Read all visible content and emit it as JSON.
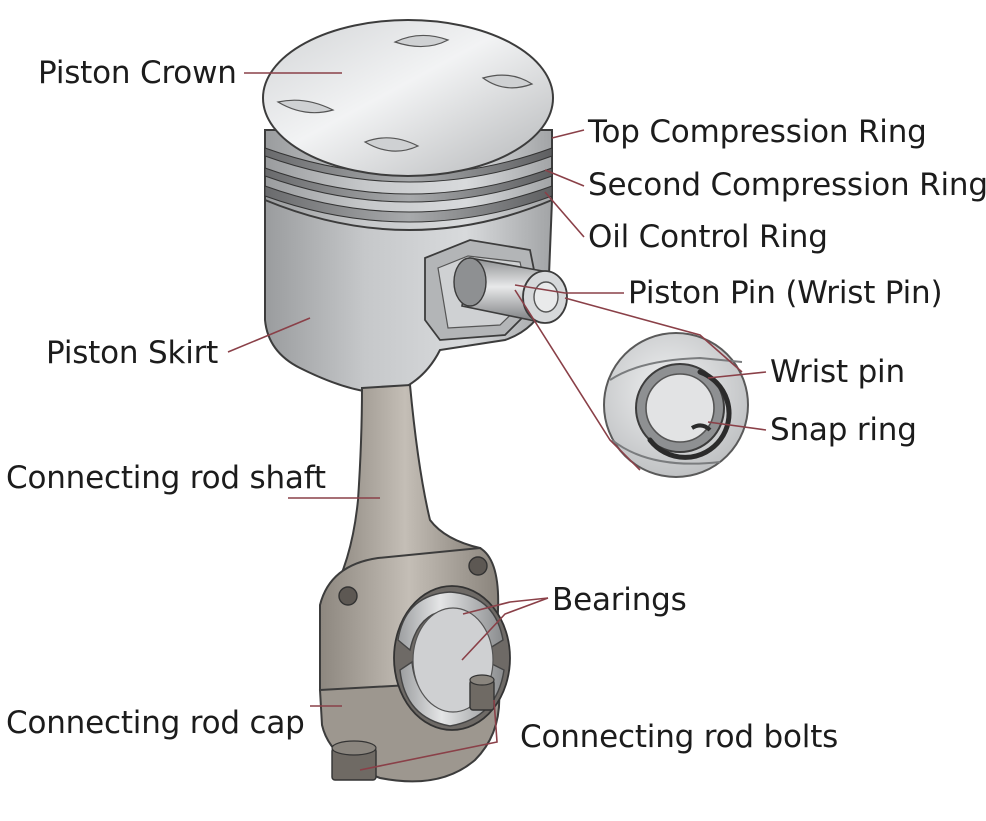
{
  "diagram": {
    "labels": {
      "piston_crown": "Piston Crown",
      "top_compression_ring": "Top Compression Ring",
      "second_compression_ring": "Second Compression Ring",
      "oil_control_ring": "Oil Control Ring",
      "piston_pin": "Piston Pin (Wrist Pin)",
      "wrist_pin": "Wrist pin",
      "snap_ring": "Snap ring",
      "piston_skirt": "Piston Skirt",
      "connecting_rod_shaft": "Connecting rod shaft",
      "bearings": "Bearings",
      "connecting_rod_cap": "Connecting rod cap",
      "connecting_rod_bolts": "Connecting rod bolts"
    },
    "colors": {
      "leader_line": "#8a4048",
      "text": "#1c1c1c",
      "metal_light": "#e6e8ea",
      "metal_mid": "#b9bcbf",
      "metal_dark": "#6e6f70",
      "rod": "#a49e96",
      "outline": "#3c3c3c"
    }
  }
}
